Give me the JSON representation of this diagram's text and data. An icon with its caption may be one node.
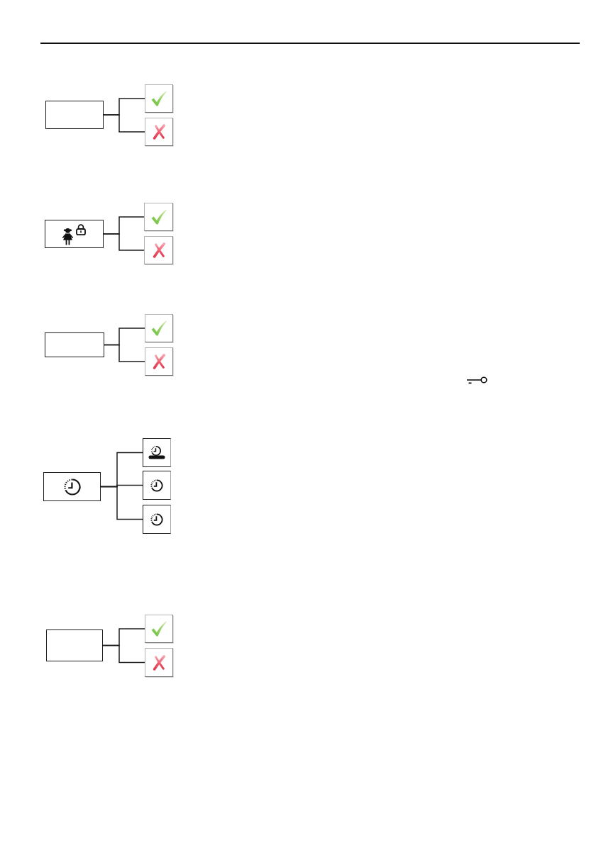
{
  "diagram": {
    "nodes": [
      {
        "text": [],
        "shape": "box"
      },
      {
        "text": [],
        "shape": "picture"
      },
      {
        "text": [],
        "shape": "picture"
      },
      {
        "text": [],
        "shape": "picture"
      },
      {
        "text": [],
        "shape": "picture"
      },
      {
        "text": [],
        "shape": "picture"
      },
      {
        "text": [],
        "shape": "box"
      },
      {
        "text": [],
        "shape": "picture"
      },
      {
        "text": [],
        "shape": "picture"
      },
      {
        "text": [],
        "shape": "picture"
      },
      {
        "text": [],
        "shape": "picture"
      },
      {
        "text": [],
        "shape": "picture"
      },
      {
        "text": [],
        "shape": "picture"
      },
      {
        "text": [],
        "shape": "box"
      },
      {
        "text": [],
        "shape": "picture"
      },
      {
        "text": [],
        "shape": "picture"
      }
    ],
    "edges": [
      {
        "from": 0,
        "to": 1,
        "arrow": "none"
      },
      {
        "from": 0,
        "to": 2,
        "arrow": "none"
      },
      {
        "from": 3,
        "to": 4,
        "arrow": "none"
      },
      {
        "from": 3,
        "to": 5,
        "arrow": "none"
      },
      {
        "from": 6,
        "to": 7,
        "arrow": "none"
      },
      {
        "from": 6,
        "to": 8,
        "arrow": "none"
      },
      {
        "from": 9,
        "to": 10,
        "arrow": "none"
      },
      {
        "from": 9,
        "to": 11,
        "arrow": "none"
      },
      {
        "from": 9,
        "to": 12,
        "arrow": "none"
      },
      {
        "from": 13,
        "to": 14,
        "arrow": "none"
      },
      {
        "from": 13,
        "to": 15,
        "arrow": "none"
      }
    ]
  }
}
